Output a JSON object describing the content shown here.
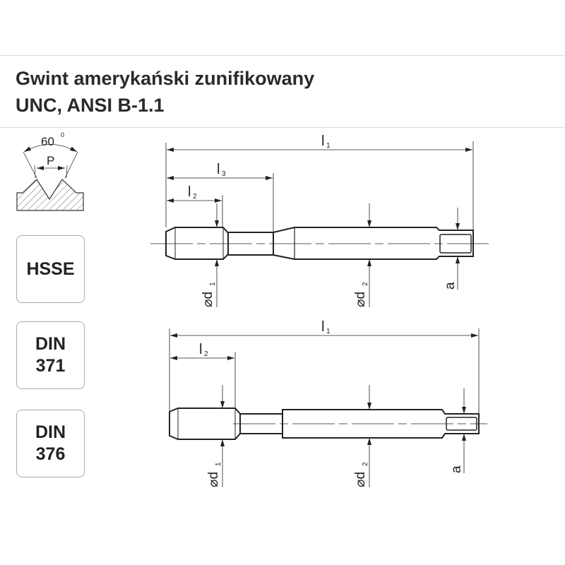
{
  "header": {
    "title_line1": "Gwint amerykański zunifikowany",
    "title_line2": "UNC, ANSI B-1.1"
  },
  "thread_profile": {
    "angle": "60",
    "angle_unit": "0",
    "pitch": "P"
  },
  "badges": {
    "material": "HSSE",
    "din371": {
      "line1": "DIN",
      "line2": "371"
    },
    "din376": {
      "line1": "DIN",
      "line2": "376"
    }
  },
  "top_tap": {
    "l1": "l",
    "l1_sub": "1",
    "l3": "l",
    "l3_sub": "3",
    "l2": "l",
    "l2_sub": "2",
    "d1": "⌀d",
    "d1_sub": "1",
    "d2": "⌀d",
    "d2_sub": "2",
    "a": "a"
  },
  "bottom_tap": {
    "l1": "l",
    "l1_sub": "1",
    "l2": "l",
    "l2_sub": "2",
    "d1": "⌀d",
    "d1_sub": "1",
    "d2": "⌀d",
    "d2_sub": "2",
    "a": "a"
  }
}
